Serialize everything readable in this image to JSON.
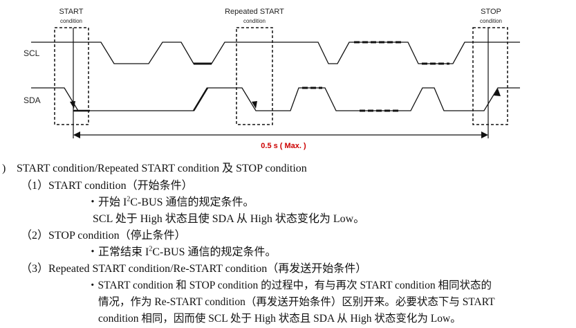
{
  "diagram": {
    "start_title": "START",
    "start_sub": "condition",
    "repeated_title": "Repeated START",
    "repeated_sub": "condition",
    "stop_title": "STOP",
    "stop_sub": "condition",
    "scl_label": "SCL",
    "sda_label": "SDA",
    "timing_label": "0.5 s ( Max. )",
    "timing_color": "#cc0000"
  },
  "text": {
    "heading_marker": ")",
    "heading": "START condition/Repeated START condition 及 STOP condition",
    "item1_title": "（1）START condition（开始条件）",
    "item1_b1_pre": "・开始 I",
    "item1_b1_sup": "2",
    "item1_b1_post": "C-BUS 通信的规定条件。",
    "item1_b2": "SCL 处于 High 状态且使 SDA 从 High 状态变化为 Low。",
    "item2_title": "（2）STOP condition（停止条件）",
    "item2_b1_pre": "・正常结束 I",
    "item2_b1_sup": "2",
    "item2_b1_post": "C-BUS 通信的规定条件。",
    "item3_title": "（3）Repeated START condition/Re-START condition（再发送开始条件）",
    "item3_l1": "・START condition 和 STOP condition 的过程中，有与再次 START condition 相同状态的",
    "item3_l2": "情况，作为 Re-START condition（再发送开始条件）区别开来。必要状态下与 START",
    "item3_l3": "condition 相同，因而使 SCL 处于 High 状态且 SDA 从 High 状态变化为 Low。"
  }
}
